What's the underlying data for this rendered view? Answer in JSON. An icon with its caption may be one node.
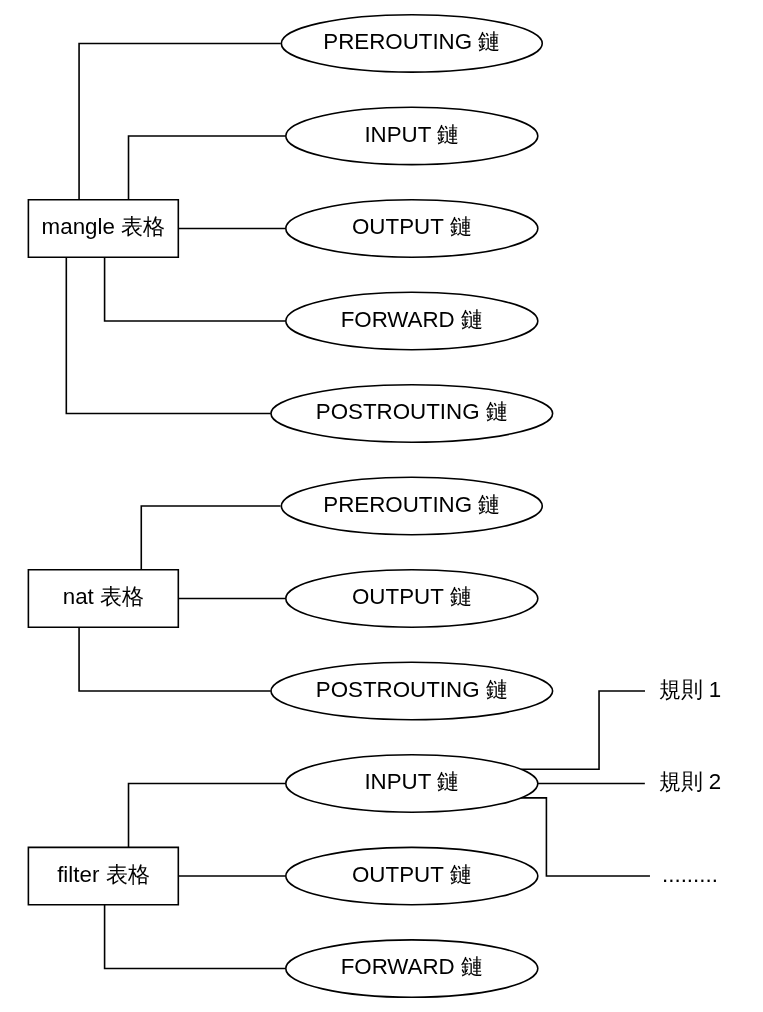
{
  "diagram": {
    "nodes": [
      {
        "text": [
          "filter 表格"
        ]
      },
      {
        "text": [
          "INPUT 鏈"
        ]
      },
      {
        "text": [
          "OUTPUT 鏈"
        ]
      },
      {
        "text": [
          "FORWARD 鏈"
        ]
      },
      {
        "text": [
          "規則 1"
        ]
      },
      {
        "text": [
          "規則 2"
        ]
      },
      {
        "text": [
          "........."
        ]
      },
      {
        "text": [
          "nat 表格"
        ]
      },
      {
        "text": [
          "PREROUTING 鏈"
        ]
      },
      {
        "text": [
          "OUTPUT 鏈"
        ]
      },
      {
        "text": [
          "POSTROUTING 鏈"
        ]
      },
      {
        "text": [
          "mangle 表格"
        ]
      },
      {
        "text": [
          "PREROUTING 鏈"
        ]
      },
      {
        "text": [
          "INPUT 鏈"
        ]
      },
      {
        "text": [
          "OUTPUT 鏈"
        ]
      },
      {
        "text": [
          "FORWARD 鏈"
        ]
      },
      {
        "text": [
          "POSTROUTING 鏈"
        ]
      }
    ],
    "edges": [
      {
        "from": 0,
        "to": 1,
        "arrow": "none"
      },
      {
        "from": 0,
        "to": 2,
        "arrow": "none"
      },
      {
        "from": 0,
        "to": 3,
        "arrow": "none"
      },
      {
        "from": 1,
        "to": 4,
        "arrow": "none"
      },
      {
        "from": 1,
        "to": 5,
        "arrow": "none"
      },
      {
        "from": 1,
        "to": 6,
        "arrow": "none"
      },
      {
        "from": 7,
        "to": 8,
        "arrow": "none"
      },
      {
        "from": 7,
        "to": 9,
        "arrow": "none"
      },
      {
        "from": 7,
        "to": 10,
        "arrow": "none"
      },
      {
        "from": 11,
        "to": 12,
        "arrow": "none"
      },
      {
        "from": 11,
        "to": 13,
        "arrow": "none"
      },
      {
        "from": 11,
        "to": 14,
        "arrow": "none"
      },
      {
        "from": 11,
        "to": 15,
        "arrow": "none"
      },
      {
        "from": 11,
        "to": 16,
        "arrow": "none"
      }
    ]
  }
}
